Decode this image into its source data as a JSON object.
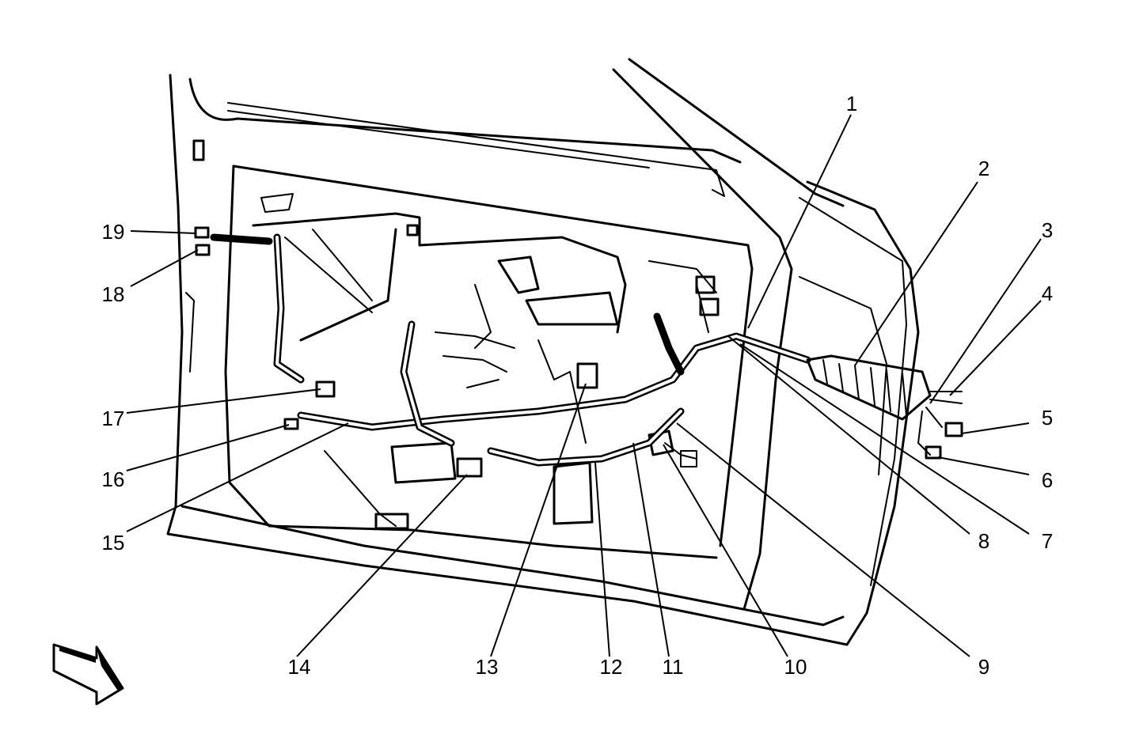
{
  "callouts": [
    {
      "id": "c1",
      "label": "1"
    },
    {
      "id": "c2",
      "label": "2"
    },
    {
      "id": "c3",
      "label": "3"
    },
    {
      "id": "c4",
      "label": "4"
    },
    {
      "id": "c5",
      "label": "5"
    },
    {
      "id": "c6",
      "label": "6"
    },
    {
      "id": "c7",
      "label": "7"
    },
    {
      "id": "c8",
      "label": "8"
    },
    {
      "id": "c9",
      "label": "9"
    },
    {
      "id": "c10",
      "label": "10"
    },
    {
      "id": "c11",
      "label": "11"
    },
    {
      "id": "c12",
      "label": "12"
    },
    {
      "id": "c13",
      "label": "13"
    },
    {
      "id": "c14",
      "label": "14"
    },
    {
      "id": "c15",
      "label": "15"
    },
    {
      "id": "c16",
      "label": "16"
    },
    {
      "id": "c17",
      "label": "17"
    },
    {
      "id": "c18",
      "label": "18"
    },
    {
      "id": "c19",
      "label": "19"
    }
  ],
  "colors": {
    "line": "#000000",
    "background": "#ffffff"
  },
  "view_indicator": "arrow-icon"
}
